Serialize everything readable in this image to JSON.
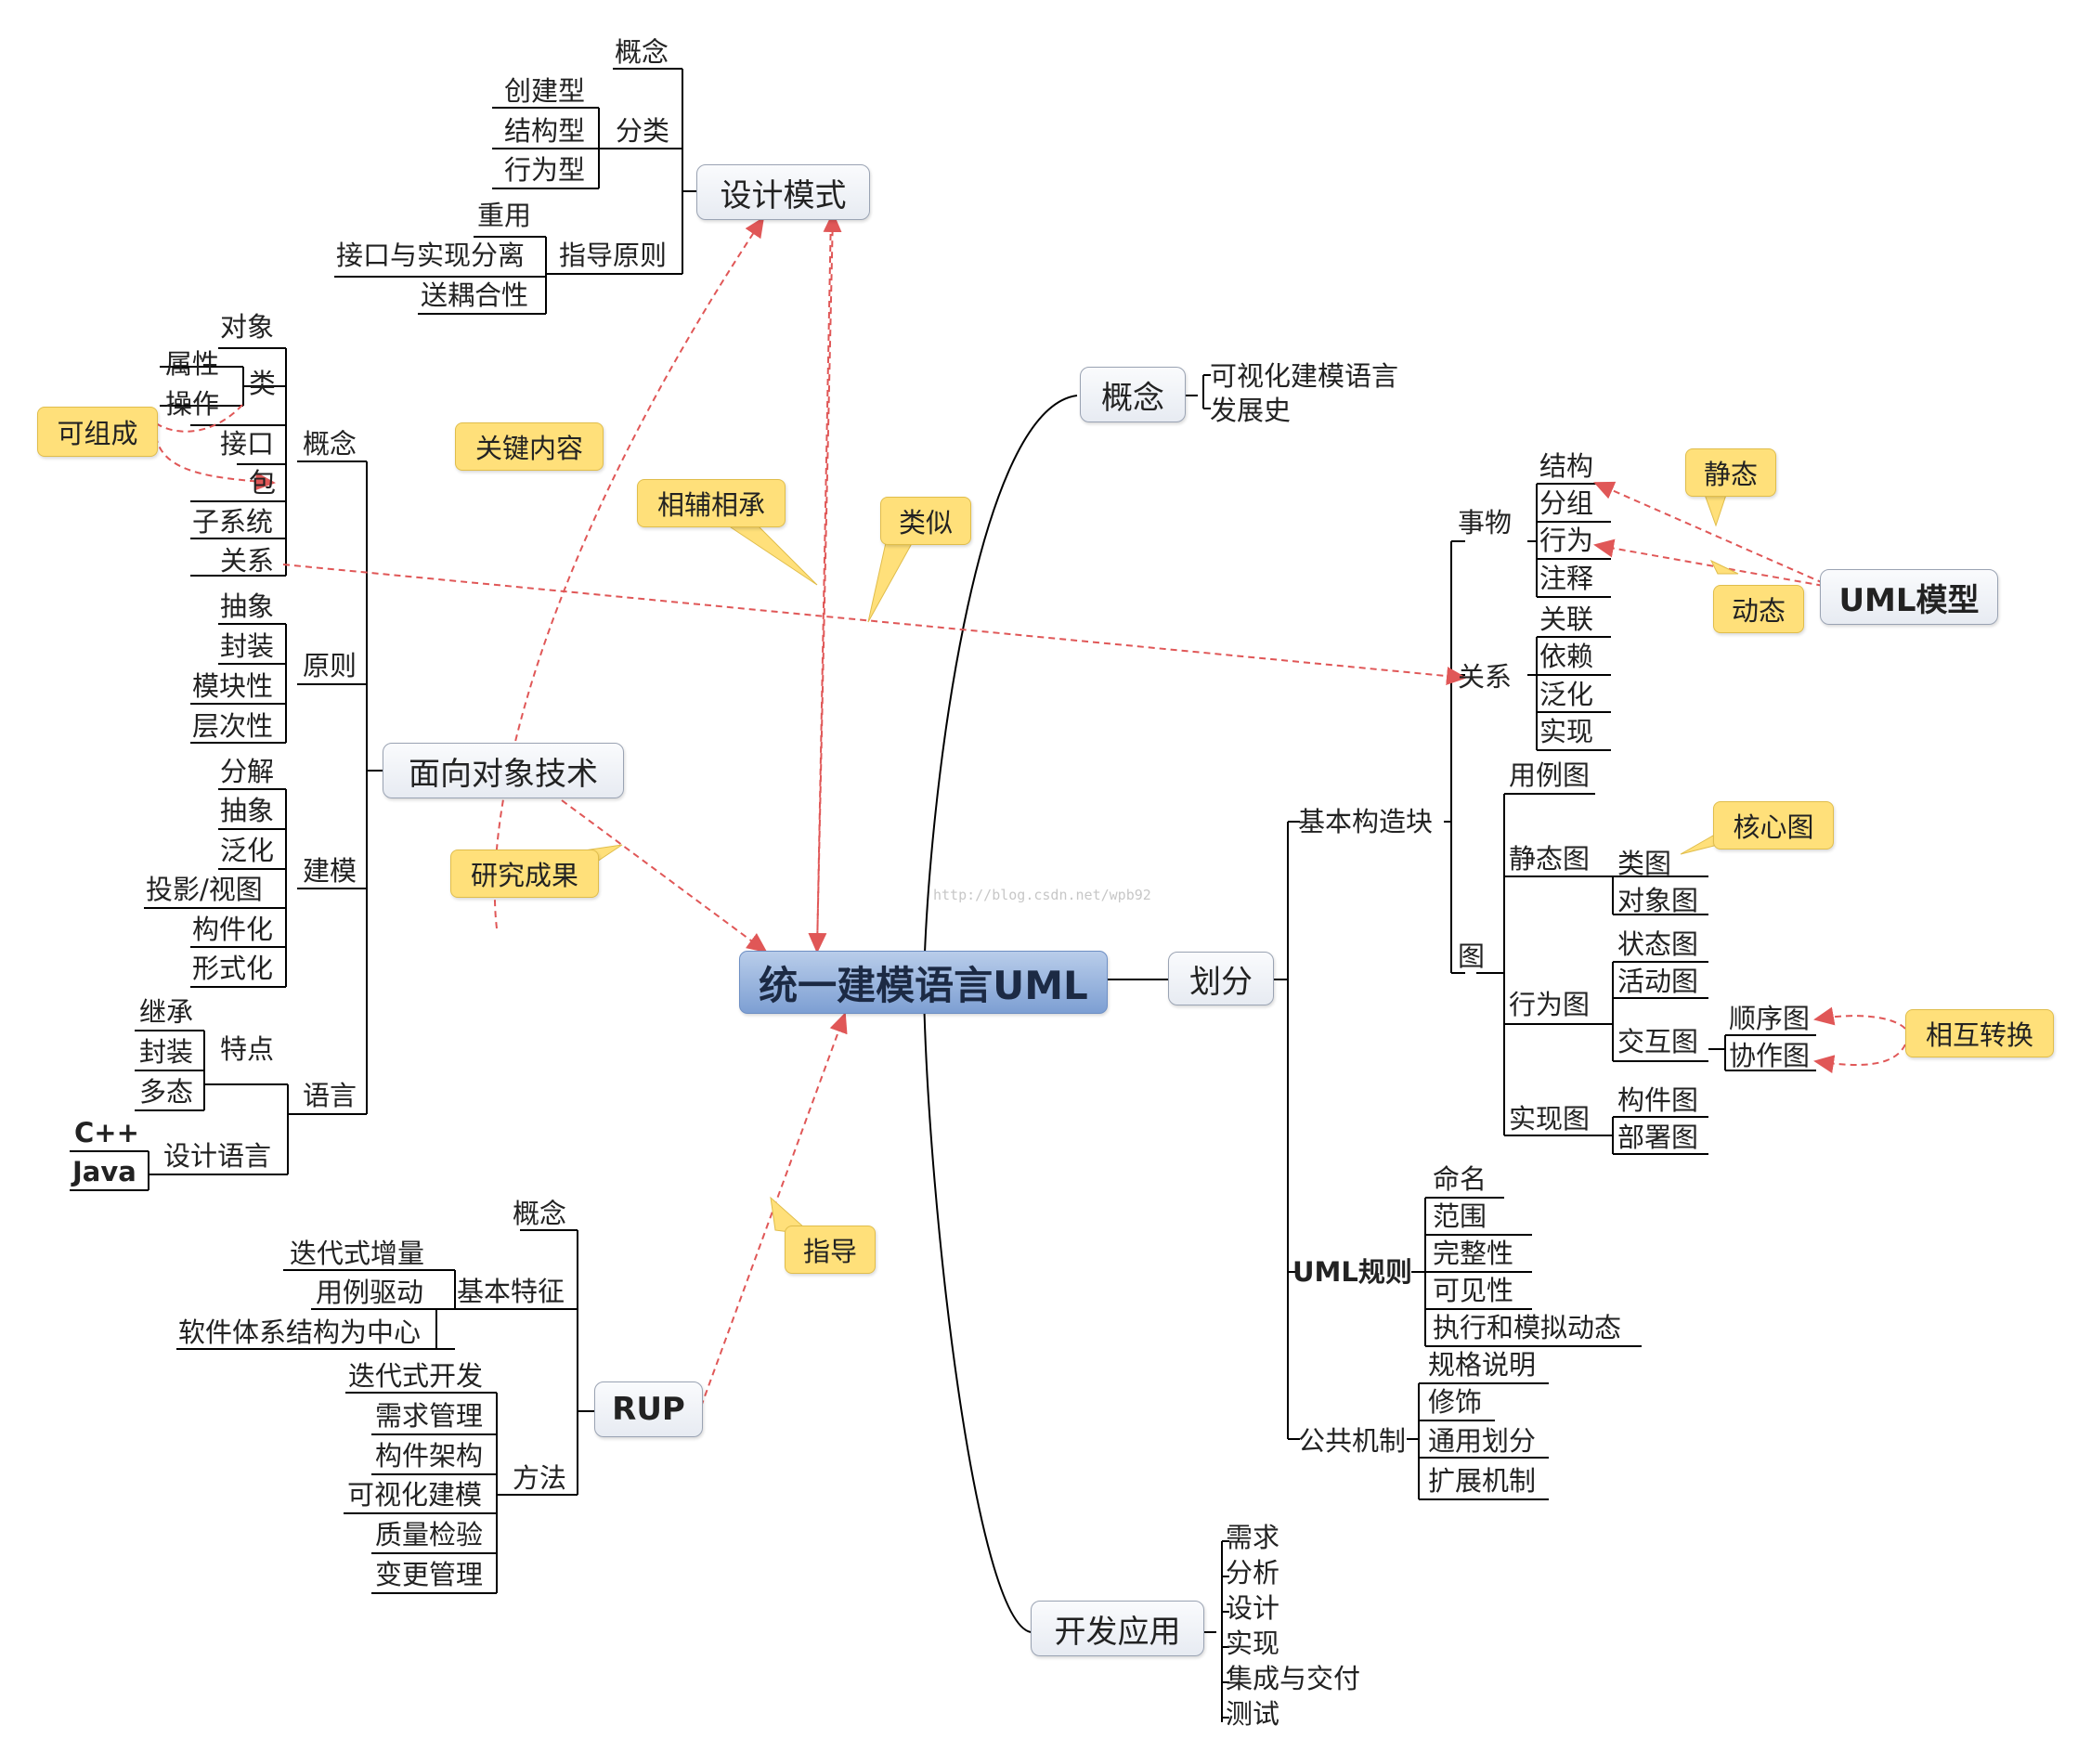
{
  "center": "统一建模语言UML",
  "watermark": "http://blog.csdn.net/wpb92",
  "colors": {
    "center_fill": "#7d9fd3",
    "note_fill": "#ffe07a",
    "link": "#e05757",
    "line": "#000000"
  },
  "concept": {
    "label": "概念",
    "items": [
      "可视化建模语言",
      "发展史"
    ]
  },
  "division": {
    "label": "划分",
    "building_blocks": {
      "label": "基本构造块",
      "things": {
        "label": "事物",
        "items": [
          "结构",
          "分组",
          "行为",
          "注释"
        ]
      },
      "relations": {
        "label": "关系",
        "items": [
          "关联",
          "依赖",
          "泛化",
          "实现"
        ]
      },
      "diagrams": {
        "label": "图",
        "usecase": "用例图",
        "static": {
          "label": "静态图",
          "items": [
            "类图",
            "对象图"
          ]
        },
        "behavior": {
          "label": "行为图",
          "items": [
            "状态图",
            "活动图"
          ],
          "interaction": {
            "label": "交互图",
            "items": [
              "顺序图",
              "协作图"
            ]
          }
        },
        "impl": {
          "label": "实现图",
          "items": [
            "构件图",
            "部署图"
          ]
        }
      }
    },
    "rules": {
      "label": "UML规则",
      "items": [
        "命名",
        "范围",
        "完整性",
        "可见性",
        "执行和模拟动态"
      ]
    },
    "mechanisms": {
      "label": "公共机制",
      "items": [
        "规格说明",
        "修饰",
        "通用划分",
        "扩展机制"
      ]
    }
  },
  "dev": {
    "label": "开发应用",
    "items": [
      "需求",
      "分析",
      "设计",
      "实现",
      "集成与交付",
      "测试"
    ]
  },
  "uml_model": "UML模型",
  "design_patterns": {
    "label": "设计模式",
    "concept": "概念",
    "classify": {
      "label": "分类",
      "items": [
        "创建型",
        "结构型",
        "行为型"
      ]
    },
    "principles": {
      "label": "指导原则",
      "items": [
        "重用",
        "接口与实现分离",
        "送耦合性"
      ]
    }
  },
  "oo": {
    "label": "面向对象技术",
    "concept": {
      "label": "概念",
      "object": "对象",
      "class": {
        "label": "类",
        "items": [
          "属性",
          "操作"
        ]
      },
      "rest": [
        "接口",
        "包",
        "子系统",
        "关系"
      ]
    },
    "principle": {
      "label": "原则",
      "items": [
        "抽象",
        "封装",
        "模块性",
        "层次性"
      ]
    },
    "modeling": {
      "label": "建模",
      "items": [
        "分解",
        "抽象",
        "泛化",
        "投影/视图",
        "构件化",
        "形式化"
      ]
    },
    "language": {
      "label": "语言",
      "features": {
        "label": "特点",
        "items": [
          "继承",
          "封装",
          "多态"
        ]
      },
      "design_lang": {
        "label": "设计语言",
        "items": [
          "C++",
          "Java"
        ]
      }
    }
  },
  "rup": {
    "label": "RUP",
    "concept": "概念",
    "features": {
      "label": "基本特征",
      "items": [
        "迭代式增量",
        "用例驱动",
        "软件体系结构为中心"
      ]
    },
    "methods": {
      "label": "方法",
      "items": [
        "迭代式开发",
        "需求管理",
        "构件架构",
        "可视化建模",
        "质量检验",
        "变更管理"
      ]
    }
  },
  "notes": {
    "composable": "可组成",
    "key_content": "关键内容",
    "complement": "相辅相承",
    "similar": "类似",
    "research": "研究成果",
    "guide": "指导",
    "core": "核心图",
    "static": "静态",
    "dynamic": "动态",
    "convert": "相互转换"
  }
}
